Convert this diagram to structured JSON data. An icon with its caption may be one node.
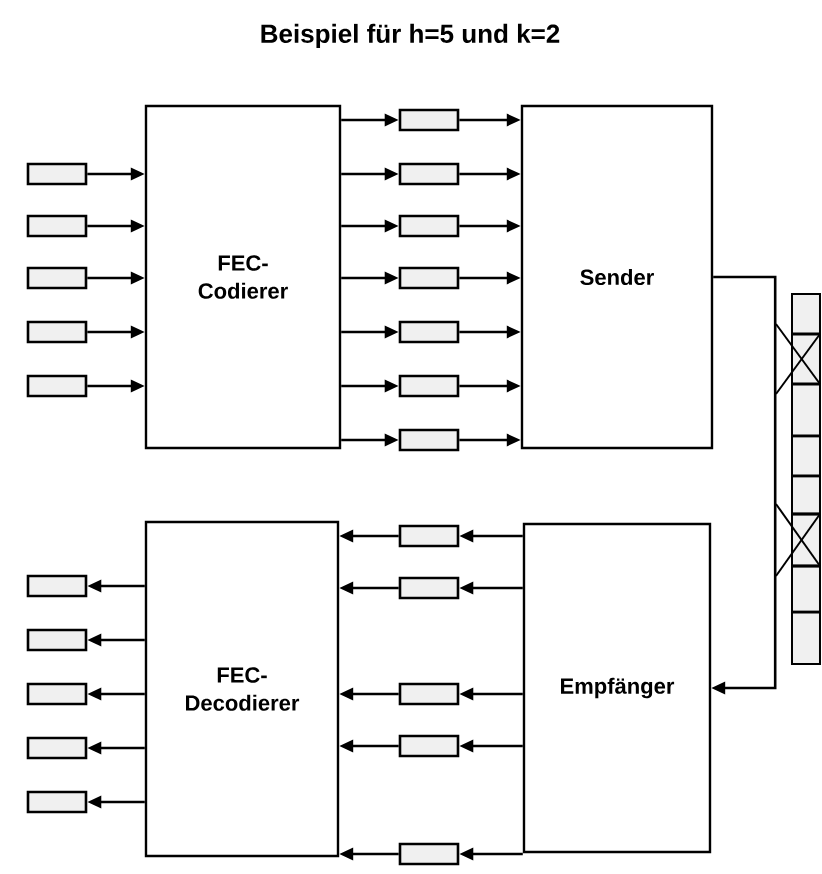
{
  "diagram": {
    "title": "Beispiel für h=5 und k=2",
    "nodes": [
      {
        "text": [],
        "shape": "box"
      },
      {
        "text": [],
        "shape": "box"
      },
      {
        "text": [],
        "shape": "box"
      },
      {
        "text": [],
        "shape": "box"
      },
      {
        "text": [],
        "shape": "box"
      },
      {
        "text": [
          "FEC- Codierer"
        ]
      },
      {
        "text": [],
        "shape": "box"
      },
      {
        "text": [],
        "shape": "box"
      },
      {
        "text": [],
        "shape": "box"
      },
      {
        "text": [],
        "shape": "box"
      },
      {
        "text": [],
        "shape": "box"
      },
      {
        "text": [],
        "shape": "box"
      },
      {
        "text": [],
        "shape": "box"
      },
      {
        "text": [
          "Sender"
        ]
      },
      {
        "text": [],
        "shape": "box"
      },
      {
        "text": [],
        "shape": "box"
      },
      {
        "text": [],
        "shape": "box"
      },
      {
        "text": [],
        "shape": "box"
      },
      {
        "text": [],
        "shape": "box"
      },
      {
        "text": [
          "FEC- Decodierer"
        ]
      },
      {
        "text": [],
        "shape": "box"
      },
      {
        "text": [],
        "shape": "box"
      },
      {
        "text": [],
        "shape": "box"
      },
      {
        "text": [],
        "shape": "box"
      },
      {
        "text": [],
        "shape": "box"
      },
      {
        "text": [
          "Empfänger"
        ]
      }
    ],
    "edges": [
      {
        "from": 0,
        "to": 5,
        "arrow": "to"
      },
      {
        "from": 1,
        "to": 5,
        "arrow": "to"
      },
      {
        "from": 2,
        "to": 5,
        "arrow": "to"
      },
      {
        "from": 3,
        "to": 5,
        "arrow": "to"
      },
      {
        "from": 4,
        "to": 5,
        "arrow": "to"
      },
      {
        "from": 5,
        "to": 6,
        "arrow": "to"
      },
      {
        "from": 5,
        "to": 7,
        "arrow": "to"
      },
      {
        "from": 5,
        "to": 8,
        "arrow": "to"
      },
      {
        "from": 5,
        "to": 9,
        "arrow": "to"
      },
      {
        "from": 5,
        "to": 10,
        "arrow": "to"
      },
      {
        "from": 5,
        "to": 11,
        "arrow": "to"
      },
      {
        "from": 5,
        "to": 12,
        "arrow": "to"
      },
      {
        "from": 6,
        "to": 13,
        "arrow": "to"
      },
      {
        "from": 7,
        "to": 13,
        "arrow": "to"
      },
      {
        "from": 8,
        "to": 13,
        "arrow": "to"
      },
      {
        "from": 9,
        "to": 13,
        "arrow": "to"
      },
      {
        "from": 10,
        "to": 13,
        "arrow": "to"
      },
      {
        "from": 11,
        "to": 13,
        "arrow": "to"
      },
      {
        "from": 12,
        "to": 13,
        "arrow": "to"
      },
      {
        "from": 13,
        "to": 25,
        "arrow": "to"
      },
      {
        "from": 25,
        "to": 20,
        "arrow": "to"
      },
      {
        "from": 25,
        "to": 21,
        "arrow": "to"
      },
      {
        "from": 25,
        "to": 22,
        "arrow": "to"
      },
      {
        "from": 25,
        "to": 23,
        "arrow": "to"
      },
      {
        "from": 25,
        "to": 24,
        "arrow": "to"
      },
      {
        "from": 20,
        "to": 19,
        "arrow": "to"
      },
      {
        "from": 21,
        "to": 19,
        "arrow": "to"
      },
      {
        "from": 22,
        "to": 19,
        "arrow": "to"
      },
      {
        "from": 23,
        "to": 19,
        "arrow": "to"
      },
      {
        "from": 24,
        "to": 19,
        "arrow": "to"
      },
      {
        "from": 19,
        "to": 14,
        "arrow": "to"
      },
      {
        "from": 19,
        "to": 15,
        "arrow": "to"
      },
      {
        "from": 19,
        "to": 16,
        "arrow": "to"
      },
      {
        "from": 19,
        "to": 17,
        "arrow": "to"
      },
      {
        "from": 19,
        "to": 18,
        "arrow": "to"
      }
    ]
  }
}
